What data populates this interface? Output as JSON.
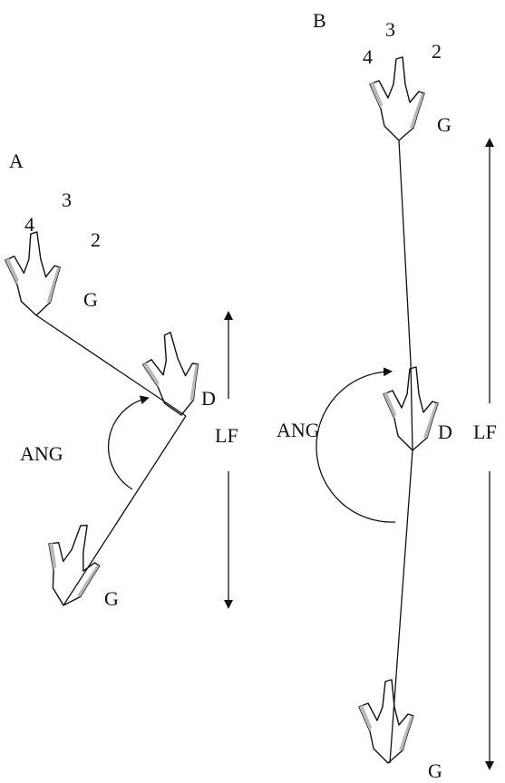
{
  "panel_a": {
    "label": "A",
    "digits": {
      "d4": "4",
      "d3": "3",
      "d2": "2"
    },
    "print_left_top_label": "G",
    "print_right_label": "D",
    "print_left_bottom_label": "G",
    "angle_label": "ANG",
    "length_label": "LF"
  },
  "panel_b": {
    "label": "B",
    "digits": {
      "d4": "4",
      "d3": "3",
      "d2": "2"
    },
    "print_top_label": "G",
    "print_middle_label": "D",
    "print_bottom_label": "G",
    "angle_label": "ANG",
    "length_label": "LF"
  },
  "colors": {
    "ink": "#111111",
    "shading": "#b9b9b9",
    "background": "#ffffff"
  }
}
